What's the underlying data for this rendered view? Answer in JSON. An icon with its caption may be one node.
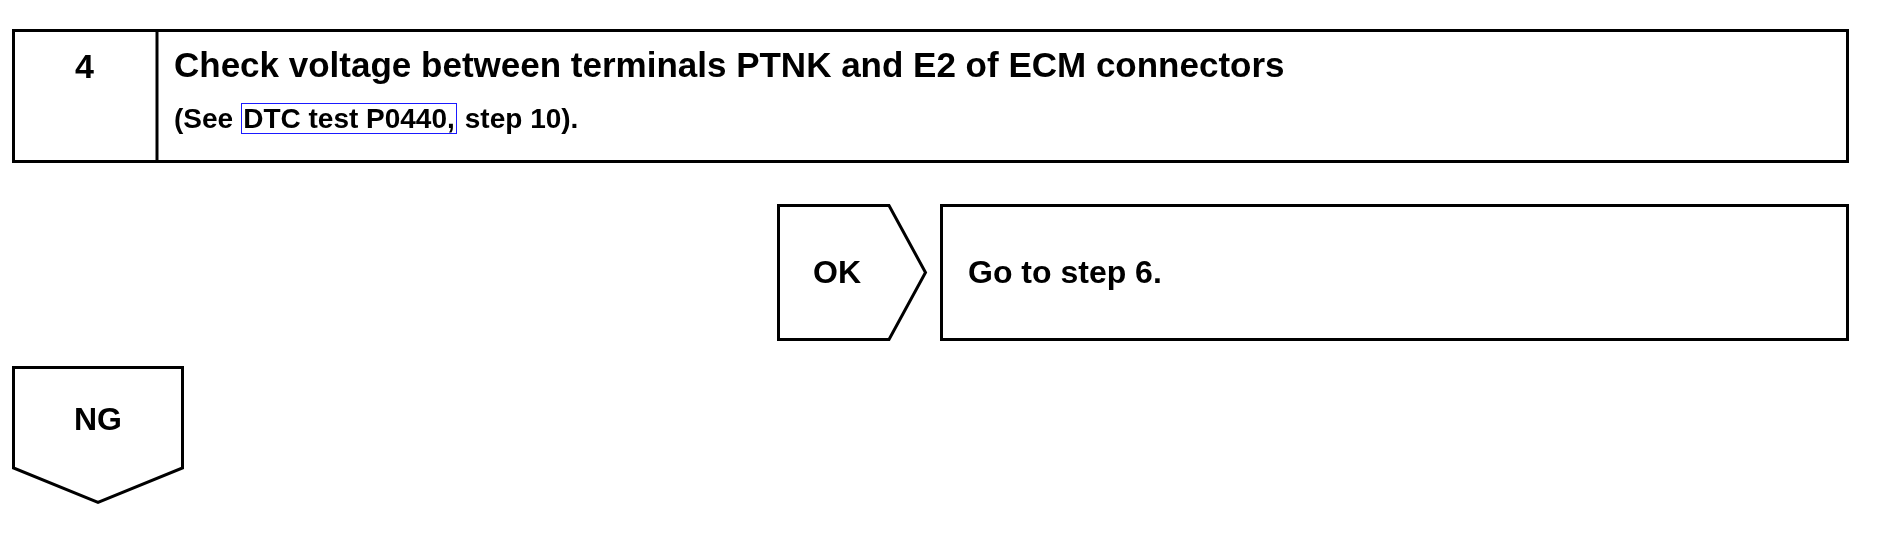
{
  "diagram": {
    "nodes": [
      {
        "text": [
          "4",
          "Check voltage between terminals PTNK and E2 of ECM connectors",
          "(See",
          "DTC test P0440,",
          "step 10)."
        ]
      },
      {
        "text": [
          "OK"
        ]
      },
      {
        "text": [
          "Go to step 6."
        ]
      },
      {
        "text": [
          "NG"
        ]
      }
    ]
  }
}
